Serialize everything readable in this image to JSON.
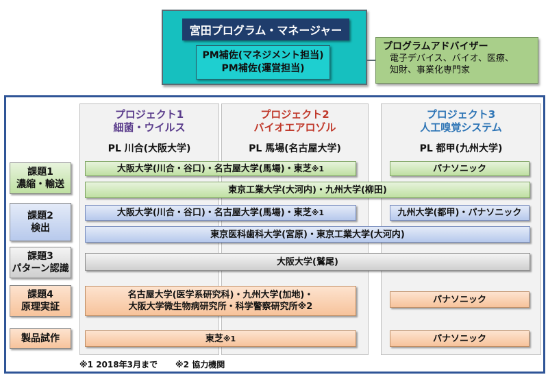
{
  "program_manager": {
    "title": "宮田プログラム・マネージャー",
    "assistant_1": "PM補佐(マネジメント担当)",
    "assistant_2": "PM補佐(運営担当)"
  },
  "advisor": {
    "title": "プログラムアドバイザー",
    "line_1": "電子デバイス、バイオ、医療、",
    "line_2": "知財、事業化専門家"
  },
  "projects": [
    {
      "name": "プロジェクト1",
      "subtitle": "細菌・ウイルス",
      "pl": "PL 川合(大阪大学)",
      "color": "#5b3d8c"
    },
    {
      "name": "プロジェクト2",
      "subtitle": "バイオエアロゾル",
      "pl": "PL 馬場(名古屋大学)",
      "color": "#c0392b"
    },
    {
      "name": "プロジェクト3",
      "subtitle": "人工嗅覚システム",
      "pl": "PL 都甲(九州大学)",
      "color": "#2e75b6"
    }
  ],
  "tasks": [
    {
      "line_1": "課題1",
      "line_2": "濃縮・輸送"
    },
    {
      "line_1": "課題2",
      "line_2": "検出"
    },
    {
      "line_1": "課題3",
      "line_2": "パターン認識"
    },
    {
      "line_1": "課題4",
      "line_2": "原理実証"
    },
    {
      "line_1": "製品試作",
      "line_2": ""
    }
  ],
  "bars": {
    "t1_p12": "大阪大学(川合・谷口)・名古屋大学(馬場)・東芝",
    "t1_p12_mark": "※1",
    "t1_p3": "パナソニック",
    "t1_all": "東京工業大学(大河内)・九州大学(柳田)",
    "t2_p12": "大阪大学(川合・谷口)・名古屋大学(馬場)・東芝",
    "t2_p12_mark": "※1",
    "t2_p3": "九州大学(都甲)・パナソニック",
    "t2_all": "東京医科歯科大学(宮原)・東京工業大学(大河内)",
    "t3_all": "大阪大学(鷲尾)",
    "t4_p12_line_1": "名古屋大学(医学系研究科)・九州大学(加地)・",
    "t4_p12_line_2": "大阪大学微生物病研究所・科学警察研究所",
    "t4_p12_mark": "※2",
    "t4_p3": "パナソニック",
    "t5_p12": "東芝",
    "t5_p12_mark": "※1",
    "t5_p3": "パナソニック"
  },
  "footnotes": {
    "note_1": "※1 2018年3月まで",
    "note_2": "※2 協力機関"
  },
  "colors": {
    "pm_box": "#16c0bf",
    "pm_title": "#1f3d6c",
    "advisor": "#a9cf8a",
    "frame": "#2f5597"
  }
}
